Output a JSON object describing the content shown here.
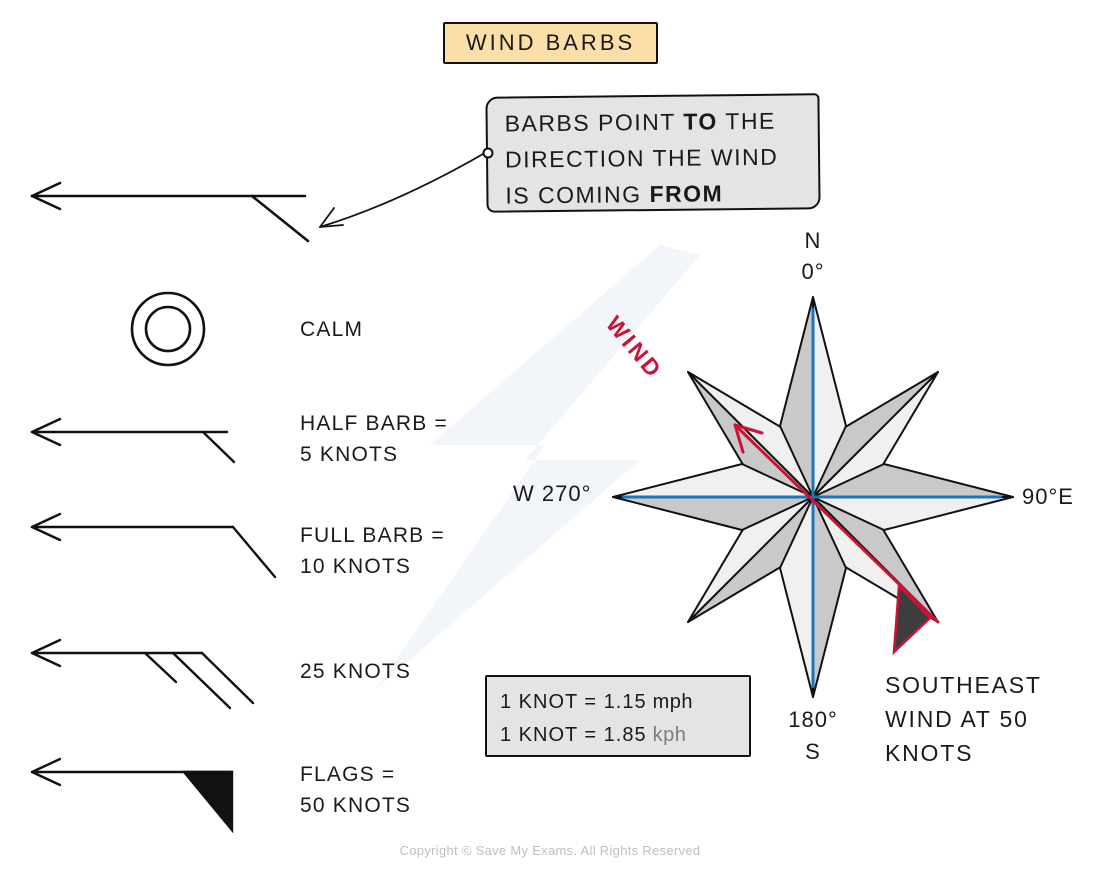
{
  "title": "WIND BARBS",
  "callout": {
    "line1_pre": "BARBS POINT",
    "line1_bold": "TO",
    "line1_post": "THE",
    "line2": "DIRECTION THE WIND",
    "line3_pre": "IS COMING",
    "line3_bold": "FROM"
  },
  "legend": {
    "calm": "CALM",
    "half_barb_line1": "HALF BARB =",
    "half_barb_line2": "5 KNOTS",
    "full_barb_line1": "FULL BARB =",
    "full_barb_line2": "10 KNOTS",
    "knots25": "25 KNOTS",
    "flags_line1": "FLAGS =",
    "flags_line2": "50 KNOTS"
  },
  "compass": {
    "north": "N",
    "north_deg": "0°",
    "east": "90°E",
    "west": "W 270°",
    "south_deg": "180°",
    "south": "S",
    "wind_label": "WIND"
  },
  "annotation": {
    "line1": "SOUTHEAST",
    "line2": "WIND AT 50",
    "line3": "KNOTS"
  },
  "conversion": {
    "row1_text": "1 KNOT = 1.15",
    "row1_unit": "mph",
    "row2_text": "1 KNOT = 1.85",
    "row2_unit": "kph"
  },
  "footer": {
    "copyright": "Copyright © Save My Exams. All Rights Reserved"
  },
  "colors": {
    "title_fill": "#fadfa9",
    "box_fill": "#e4e4e4",
    "star_light": "#f0f0f0",
    "star_dark": "#c9c9c9",
    "axis_blue": "#1e73be",
    "wind_red": "#cc1237",
    "pennant_dark": "#3d3d3d",
    "flag_black": "#111111"
  }
}
